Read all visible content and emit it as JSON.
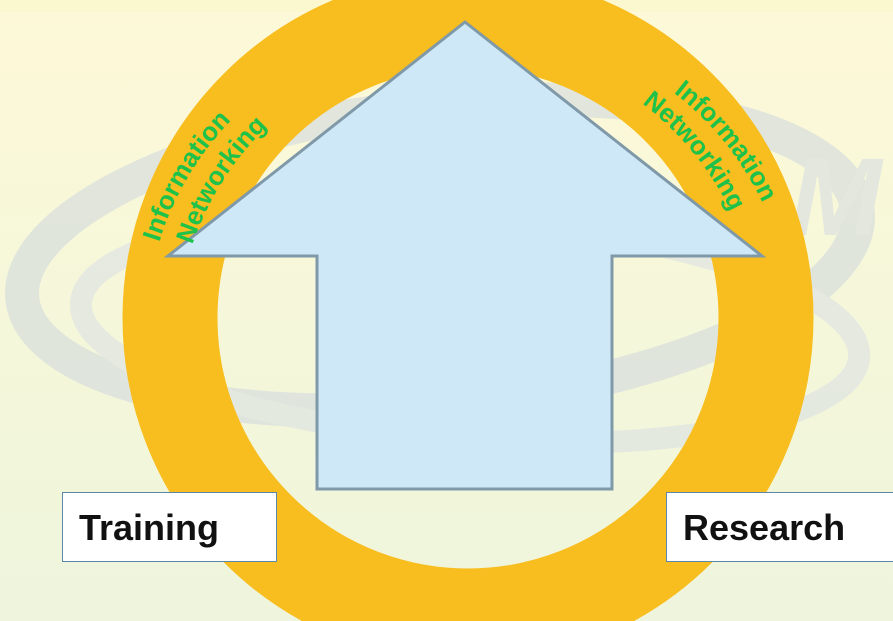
{
  "diagram": {
    "center_arrow": {
      "label": ""
    },
    "ring_labels": {
      "left": {
        "line1": "Information",
        "line2": "Networking"
      },
      "right": {
        "line1": "Information",
        "line2": "Networking"
      }
    },
    "boxes": {
      "left": "Training",
      "right": "Research"
    }
  },
  "colors": {
    "background_top": "#fdf9d8",
    "background_bottom": "#eef5dc",
    "ring": "#f8bd1e",
    "arrow_fill": "#cfe8f8",
    "arrow_stroke": "#7f99a8",
    "ring_text": "#1ec24a",
    "watermark": "#d7dde4"
  }
}
